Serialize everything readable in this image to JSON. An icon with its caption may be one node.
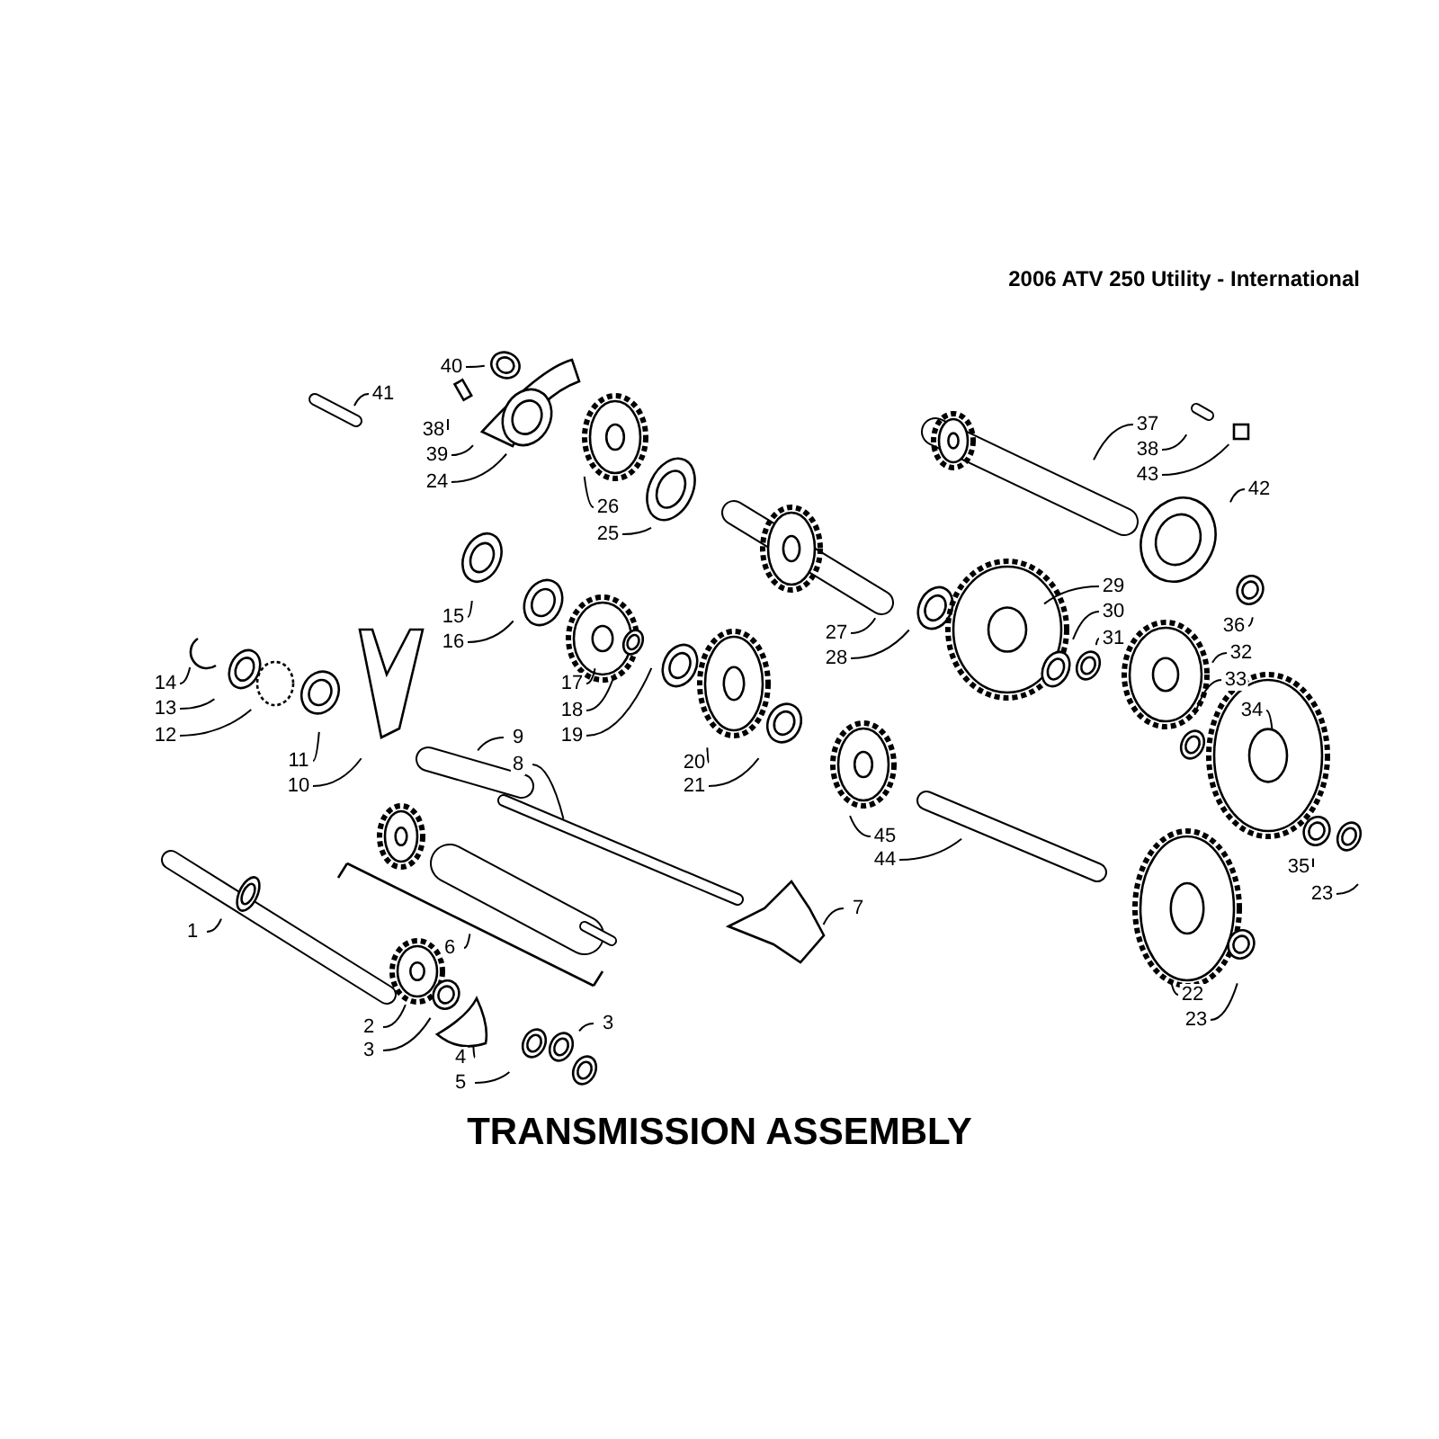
{
  "diagram": {
    "title": "TRANSMISSION ASSEMBLY",
    "nodes": [
      {
        "text": [
          "40"
        ]
      },
      {
        "text": [
          "41"
        ]
      },
      {
        "text": [
          "38"
        ]
      },
      {
        "text": [
          "39"
        ]
      },
      {
        "text": [
          "24"
        ]
      },
      {
        "text": [
          "26"
        ]
      },
      {
        "text": [
          "25"
        ]
      },
      {
        "text": [
          "37"
        ]
      },
      {
        "text": [
          "38"
        ]
      },
      {
        "text": [
          "43"
        ]
      },
      {
        "text": [
          "42"
        ]
      },
      {
        "text": [
          "15"
        ]
      },
      {
        "text": [
          "16"
        ]
      },
      {
        "text": [
          "29"
        ]
      },
      {
        "text": [
          "30"
        ]
      },
      {
        "text": [
          "27"
        ]
      },
      {
        "text": [
          "28"
        ]
      },
      {
        "text": [
          "31"
        ]
      },
      {
        "text": [
          "36"
        ]
      },
      {
        "text": [
          "14"
        ]
      },
      {
        "text": [
          "32"
        ]
      },
      {
        "text": [
          "17"
        ]
      },
      {
        "text": [
          "13"
        ]
      },
      {
        "text": [
          "33"
        ]
      },
      {
        "text": [
          "18"
        ]
      },
      {
        "text": [
          "34"
        ]
      },
      {
        "text": [
          "12"
        ]
      },
      {
        "text": [
          "19"
        ]
      },
      {
        "text": [
          "9"
        ]
      },
      {
        "text": [
          "11"
        ]
      },
      {
        "text": [
          "20"
        ]
      },
      {
        "text": [
          "8"
        ]
      },
      {
        "text": [
          "10"
        ]
      },
      {
        "text": [
          "21"
        ]
      },
      {
        "text": [
          "45"
        ]
      },
      {
        "text": [
          "44"
        ]
      },
      {
        "text": [
          "35"
        ]
      },
      {
        "text": [
          "23"
        ]
      },
      {
        "text": [
          "7"
        ]
      },
      {
        "text": [
          "1"
        ]
      },
      {
        "text": [
          "6"
        ]
      },
      {
        "text": [
          "22"
        ]
      },
      {
        "text": [
          "23"
        ]
      },
      {
        "text": [
          "3"
        ]
      },
      {
        "text": [
          "2"
        ]
      },
      {
        "text": [
          "3"
        ]
      },
      {
        "text": [
          "4"
        ]
      },
      {
        "text": [
          "5"
        ]
      }
    ],
    "edges": [
      {
        "from": 0,
        "to": null,
        "arrow": "none"
      },
      {
        "from": 1,
        "to": null,
        "arrow": "none"
      },
      {
        "from": 2,
        "to": null,
        "arrow": "none"
      },
      {
        "from": 3,
        "to": null,
        "arrow": "none"
      },
      {
        "from": 4,
        "to": null,
        "arrow": "none"
      },
      {
        "from": 5,
        "to": null,
        "arrow": "none"
      },
      {
        "from": 6,
        "to": null,
        "arrow": "none"
      },
      {
        "from": 7,
        "to": null,
        "arrow": "none"
      },
      {
        "from": 8,
        "to": null,
        "arrow": "none"
      },
      {
        "from": 9,
        "to": null,
        "arrow": "none"
      },
      {
        "from": 10,
        "to": null,
        "arrow": "none"
      },
      {
        "from": 11,
        "to": null,
        "arrow": "none"
      },
      {
        "from": 12,
        "to": null,
        "arrow": "none"
      },
      {
        "from": 13,
        "to": null,
        "arrow": "none"
      },
      {
        "from": 14,
        "to": null,
        "arrow": "none"
      },
      {
        "from": 15,
        "to": null,
        "arrow": "none"
      },
      {
        "from": 16,
        "to": null,
        "arrow": "none"
      },
      {
        "from": 17,
        "to": null,
        "arrow": "none"
      },
      {
        "from": 18,
        "to": null,
        "arrow": "none"
      },
      {
        "from": 19,
        "to": null,
        "arrow": "none"
      },
      {
        "from": 20,
        "to": null,
        "arrow": "none"
      },
      {
        "from": 21,
        "to": null,
        "arrow": "none"
      },
      {
        "from": 22,
        "to": null,
        "arrow": "none"
      },
      {
        "from": 23,
        "to": null,
        "arrow": "none"
      },
      {
        "from": 24,
        "to": null,
        "arrow": "none"
      },
      {
        "from": 25,
        "to": null,
        "arrow": "none"
      },
      {
        "from": 26,
        "to": null,
        "arrow": "none"
      },
      {
        "from": 27,
        "to": null,
        "arrow": "none"
      },
      {
        "from": 28,
        "to": null,
        "arrow": "none"
      },
      {
        "from": 29,
        "to": null,
        "arrow": "none"
      },
      {
        "from": 30,
        "to": null,
        "arrow": "none"
      },
      {
        "from": 31,
        "to": null,
        "arrow": "none"
      },
      {
        "from": 32,
        "to": null,
        "arrow": "none"
      },
      {
        "from": 33,
        "to": null,
        "arrow": "none"
      },
      {
        "from": 34,
        "to": null,
        "arrow": "none"
      },
      {
        "from": 35,
        "to": null,
        "arrow": "none"
      },
      {
        "from": 36,
        "to": null,
        "arrow": "none"
      },
      {
        "from": 37,
        "to": null,
        "arrow": "none"
      },
      {
        "from": 38,
        "to": null,
        "arrow": "none"
      },
      {
        "from": 39,
        "to": null,
        "arrow": "none"
      },
      {
        "from": 40,
        "to": null,
        "arrow": "none"
      },
      {
        "from": 41,
        "to": null,
        "arrow": "none"
      },
      {
        "from": 42,
        "to": null,
        "arrow": "none"
      },
      {
        "from": 43,
        "to": null,
        "arrow": "none"
      },
      {
        "from": 44,
        "to": null,
        "arrow": "none"
      },
      {
        "from": 45,
        "to": null,
        "arrow": "none"
      },
      {
        "from": 46,
        "to": null,
        "arrow": "none"
      },
      {
        "from": 47,
        "to": null,
        "arrow": "none"
      }
    ],
    "labels": [
      "2006 ATV 250 Utility - International"
    ]
  }
}
